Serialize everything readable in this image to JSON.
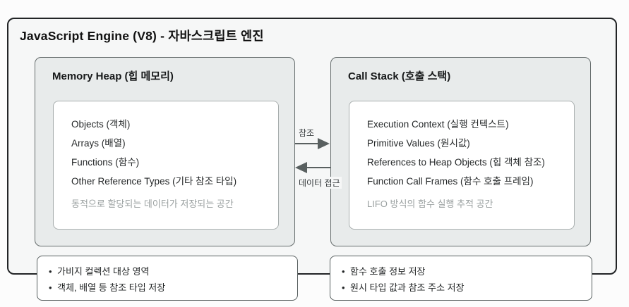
{
  "title": "JavaScript Engine (V8) - 자바스크립트 엔진",
  "bullet_char": "•",
  "heap": {
    "title": "Memory Heap (힙 메모리)",
    "items": [
      "Objects (객체)",
      "Arrays (배열)",
      "Functions (함수)",
      "Other Reference Types (기타 참조 타입)"
    ],
    "note": "동적으로 할당되는 데이터가 저장되는 공간",
    "bullets": [
      "가비지 컬렉션 대상 영역",
      "객체, 배열 등 참조 타입 저장"
    ]
  },
  "stack": {
    "title": "Call Stack (호출 스택)",
    "items": [
      "Execution Context (실행 컨텍스트)",
      "Primitive Values (원시값)",
      "References to Heap Objects (힙 객체 참조)",
      "Function Call Frames (함수 호출 프레임)"
    ],
    "note": "LIFO 방식의 함수 실행 추적 공간",
    "bullets": [
      "함수 호출 정보 저장",
      "원시 타입 값과 참조 주소 저장"
    ]
  },
  "arrows": {
    "to_stack_label": "참조",
    "to_heap_label": "데이터 접근"
  },
  "colors": {
    "outer_border": "#222426",
    "panel_fill": "#e8ebeb",
    "panel_border": "#666d6d",
    "inner_border": "#a8aeae",
    "muted_text": "#9aa0a0",
    "arrow": "#596060"
  }
}
